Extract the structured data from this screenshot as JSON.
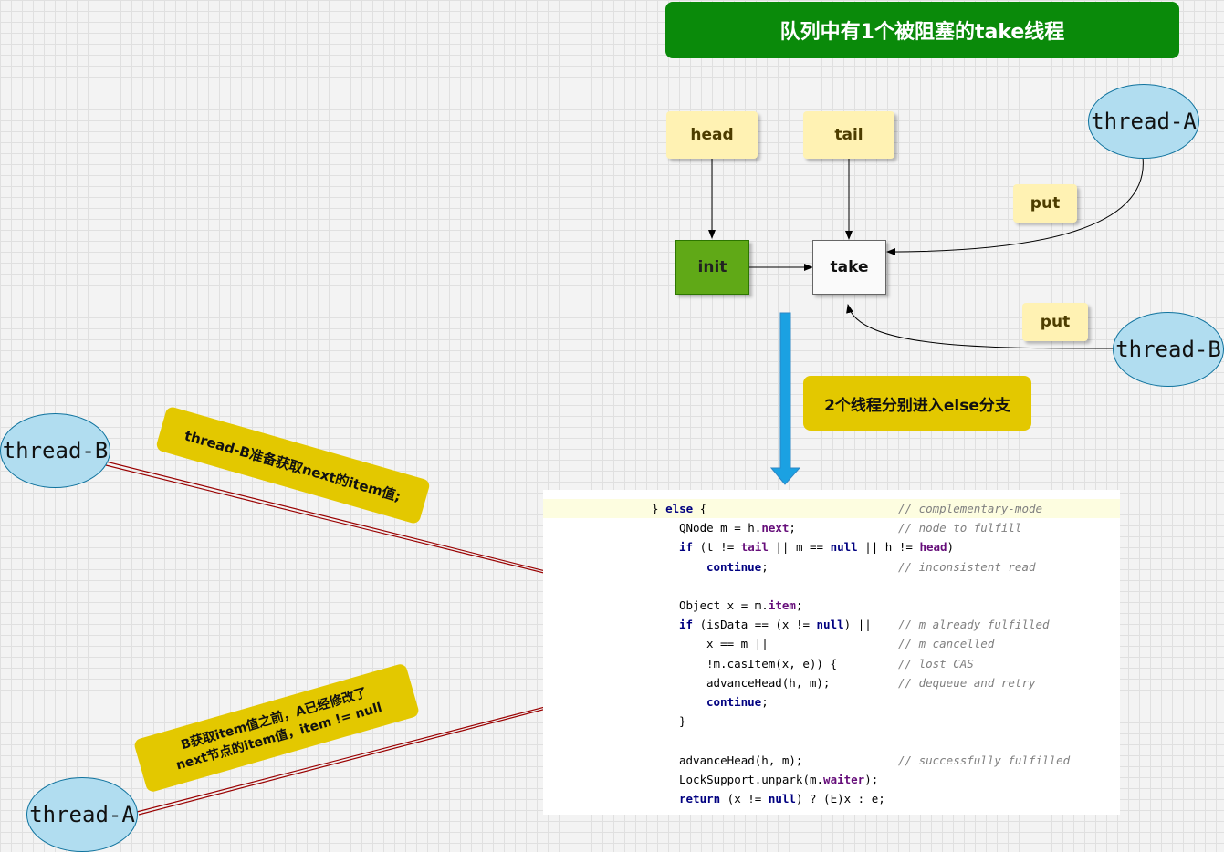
{
  "title": "队列中有1个被阻塞的take线程",
  "notes": {
    "head": "head",
    "tail": "tail",
    "put_a": "put",
    "put_b": "put"
  },
  "nodes": {
    "init": "init",
    "take": "take"
  },
  "threads": {
    "a_top": "thread-A",
    "b_right": "thread-B",
    "b_left": "thread-B",
    "a_bottom": "thread-A"
  },
  "callouts": {
    "branch": "2个线程分别进入else分支",
    "b_note": "thread-B准备获取next的item值;",
    "a_note_line1": "B获取item值之前，A已经修改了",
    "a_note_line2": "next节点的item值，item != null"
  },
  "code": [
    {
      "text": "} else {",
      "comment": "// complementary-mode",
      "indent": 0
    },
    {
      "text": "QNode m = h.next;",
      "comment": "// node to fulfill",
      "indent": 1
    },
    {
      "text": "if (t != tail || m == null || h != head)",
      "comment": "",
      "indent": 1
    },
    {
      "text": "continue;",
      "comment": "// inconsistent read",
      "indent": 2
    },
    {
      "text": "",
      "comment": "",
      "indent": 0
    },
    {
      "text": "Object x = m.item;",
      "comment": "",
      "indent": 1
    },
    {
      "text": "if (isData == (x != null) ||",
      "comment": "// m already fulfilled",
      "indent": 1
    },
    {
      "text": "x == m ||",
      "comment": "// m cancelled",
      "indent": 2
    },
    {
      "text": "!m.casItem(x, e)) {",
      "comment": "// lost CAS",
      "indent": 2
    },
    {
      "text": "advanceHead(h, m);",
      "comment": "// dequeue and retry",
      "indent": 2
    },
    {
      "text": "continue;",
      "comment": "",
      "indent": 2
    },
    {
      "text": "}",
      "comment": "",
      "indent": 1
    },
    {
      "text": "",
      "comment": "",
      "indent": 0
    },
    {
      "text": "advanceHead(h, m);",
      "comment": "// successfully fulfilled",
      "indent": 1
    },
    {
      "text": "LockSupport.unpark(m.waiter);",
      "comment": "",
      "indent": 1
    },
    {
      "text": "return (x != null) ? (E)x : e;",
      "comment": "",
      "indent": 1
    }
  ],
  "colors": {
    "title_bg": "#0a8a0a",
    "note_bg": "#fff2b3",
    "init_bg": "#60a917",
    "thread_bg": "#b1ddf0",
    "callout_bg": "#e3c800",
    "down_arrow": "#1ba1e2",
    "red_arrow": "#990000"
  }
}
